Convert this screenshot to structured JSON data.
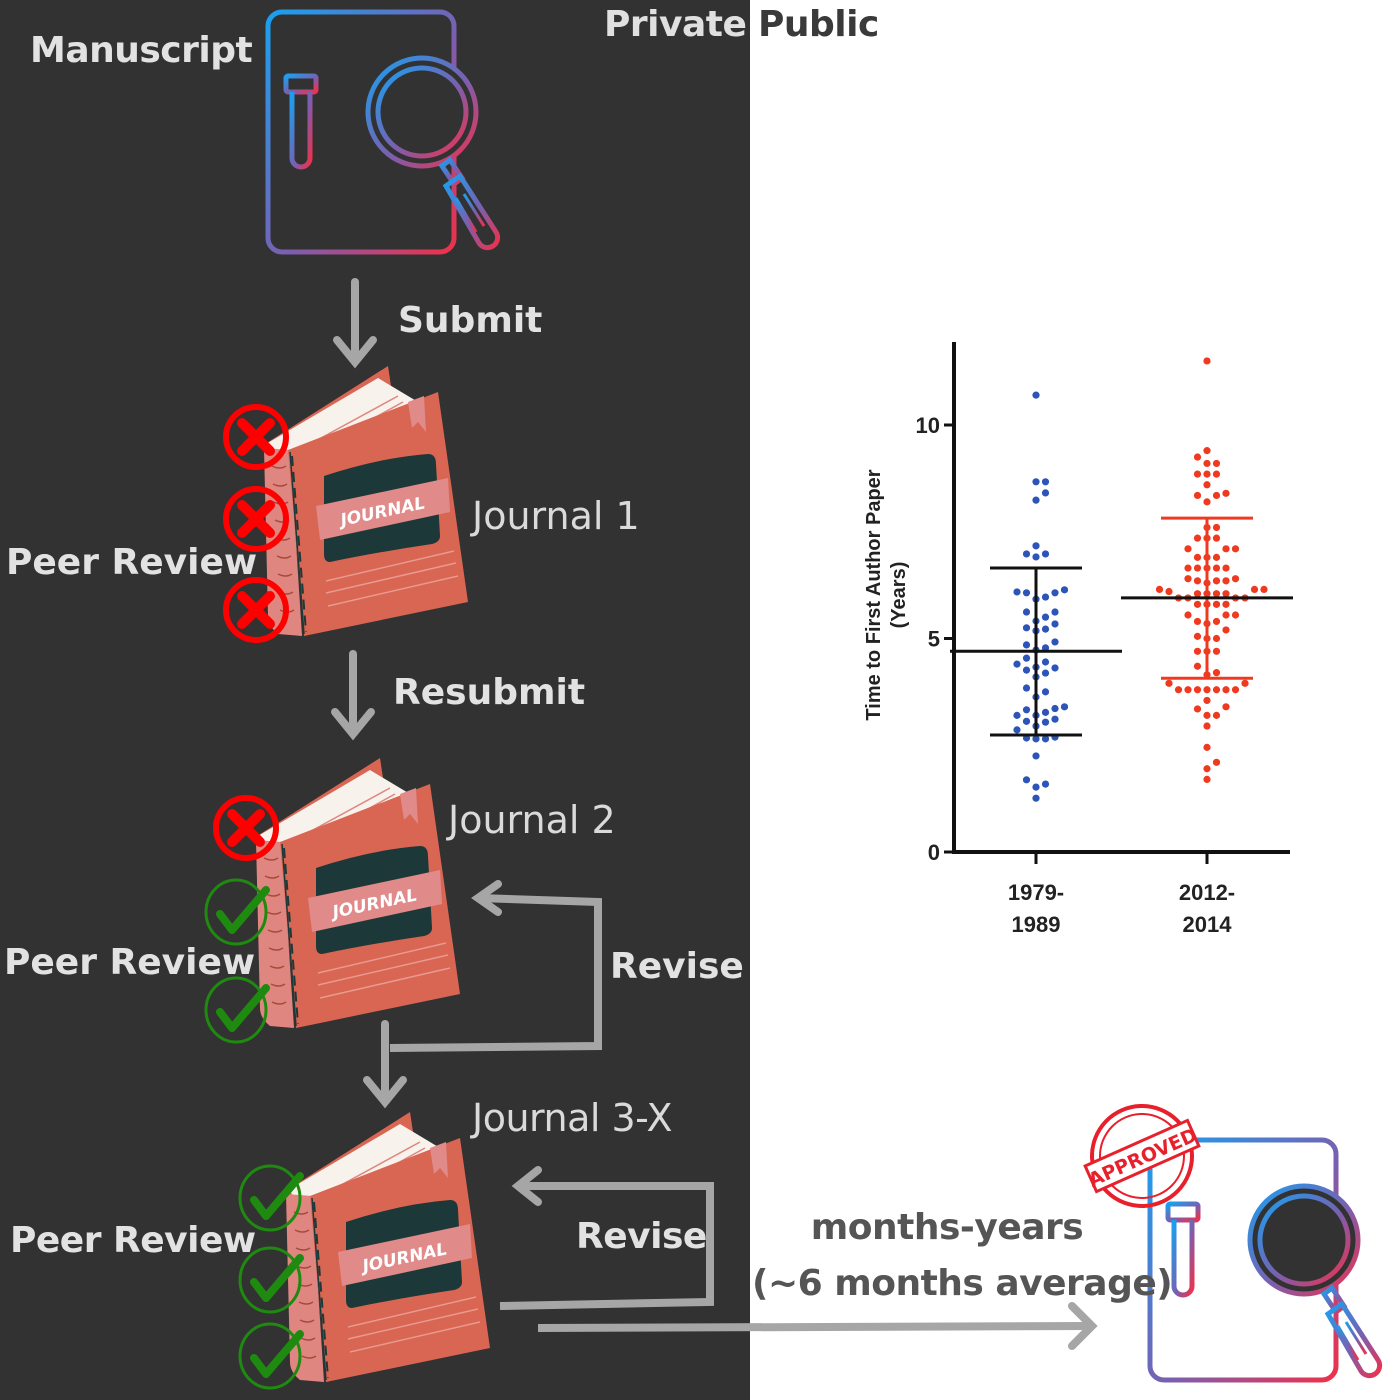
{
  "header": {
    "private_label": "Private",
    "public_label": "Public"
  },
  "flow": {
    "manuscript_label": "Manuscript",
    "submit_label": "Submit",
    "resubmit_label": "Resubmit",
    "peer_review_label": "Peer Review",
    "revise_label": "Revise",
    "journals": [
      {
        "label": "Journal 1",
        "cover_text": "JOURNAL",
        "reviews": [
          "reject",
          "reject",
          "reject"
        ]
      },
      {
        "label": "Journal 2",
        "cover_text": "JOURNAL",
        "reviews": [
          "reject",
          "accept",
          "accept"
        ]
      },
      {
        "label": "Journal 3-X",
        "cover_text": "JOURNAL",
        "reviews": [
          "accept",
          "accept",
          "accept"
        ]
      }
    ],
    "duration_line1": "months-years",
    "duration_line2": "(~6 months average)",
    "approved_stamp": "APPROVED"
  },
  "icons": {
    "manuscript": "document-magnifier-icon",
    "approved_manuscript": "approved-document-icon",
    "reject": "red-x-circle-icon",
    "accept": "green-check-circle-icon",
    "arrow": "arrow-icon",
    "book": "journal-book-icon"
  },
  "colors": {
    "dark_panel": "#323232",
    "label_text": "#e2e2e2",
    "arrow_gray": "#a6a6a6",
    "book_red": "#d96553",
    "book_spine": "#e08680",
    "book_label": "#e08a8a",
    "book_dark": "#1c3838",
    "reject_red": "#ff0000",
    "accept_green": "#1e8a10",
    "gradient_start": "#1aa0f0",
    "gradient_mid": "#7a5fb0",
    "gradient_end": "#f0304a",
    "series_blue": "#2d55b8",
    "series_red": "#f03a20"
  },
  "chart_data": {
    "type": "scatter",
    "title": "",
    "xlabel": "",
    "ylabel": "Time to First Author Paper (Years)",
    "ylabel_line1": "Time to First Author Paper",
    "ylabel_line2": "(Years)",
    "ylim": [
      0,
      12
    ],
    "yticks": [
      0,
      5,
      10
    ],
    "categories": [
      "1979-1989",
      "2012-2014"
    ],
    "category_labels": [
      [
        "1979-",
        "1989"
      ],
      [
        "2012-",
        "2014"
      ]
    ],
    "grid": false,
    "legend": "none",
    "series": [
      {
        "name": "1979-1989",
        "color": "#2d55b8",
        "mean": 4.7,
        "sd_upper": 6.65,
        "sd_lower": 2.74,
        "values": [
          10.7,
          8.67,
          8.67,
          8.41,
          8.24,
          7.17,
          6.98,
          6.91,
          6.98,
          6.14,
          6.07,
          5.97,
          5.92,
          6.07,
          6.09,
          5.62,
          5.5,
          5.41,
          5.22,
          5.34,
          5.62,
          5.18,
          5.25,
          4.92,
          4.78,
          4.73,
          4.85,
          4.54,
          4.4,
          4.33,
          4.31,
          4.45,
          4.26,
          4.19,
          4.1,
          3.84,
          3.75,
          3.63,
          3.4,
          3.33,
          3.36,
          3.27,
          3.2,
          3.06,
          3.11,
          3.2,
          2.95,
          2.86,
          3.04,
          2.69,
          2.65,
          2.65,
          2.67,
          2.25,
          1.59,
          1.52,
          1.69,
          1.26
        ]
      },
      {
        "name": "2012-2014",
        "color": "#f03a20",
        "mean": 5.95,
        "sd_upper": 7.82,
        "sd_lower": 4.07,
        "values": [
          11.5,
          9.4,
          9.25,
          9.1,
          9.1,
          8.85,
          8.85,
          8.85,
          8.6,
          8.35,
          8.35,
          8.2,
          8.4,
          7.6,
          7.6,
          7.35,
          7.35,
          7.35,
          7.1,
          7.1,
          7.1,
          6.9,
          6.9,
          6.9,
          6.65,
          6.65,
          6.65,
          6.65,
          6.65,
          6.35,
          6.35,
          6.3,
          6.35,
          6.4,
          6.4,
          6.15,
          6.15,
          6.15,
          6.1,
          6.05,
          6.05,
          6.05,
          6.05,
          5.95,
          5.95,
          5.95,
          5.95,
          5.8,
          5.8,
          5.8,
          5.8,
          5.55,
          5.55,
          5.55,
          5.4,
          5.4,
          5.35,
          5.2,
          5.0,
          5.0,
          5.05,
          4.7,
          4.7,
          4.7,
          4.35,
          4.2,
          4.15,
          3.95,
          3.95,
          3.8,
          3.8,
          3.8,
          3.8,
          3.8,
          3.8,
          3.8,
          3.55,
          3.4,
          3.35,
          3.2,
          3.2,
          2.95,
          2.45,
          2.1,
          1.95,
          1.7
        ]
      }
    ]
  }
}
